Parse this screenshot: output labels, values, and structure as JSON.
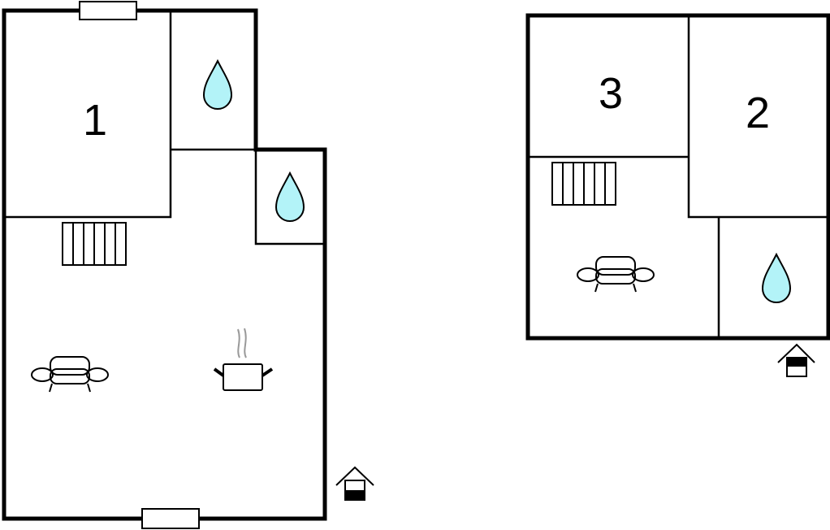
{
  "plans": [
    {
      "name": "ground-floor",
      "rooms": [
        {
          "label": "1"
        }
      ]
    },
    {
      "name": "upper-floor",
      "rooms": [
        {
          "label": "3"
        },
        {
          "label": "2"
        }
      ]
    }
  ],
  "colors": {
    "water": "#b3f3f8",
    "wall": "#000000",
    "steam": "#999999"
  },
  "icons": [
    "water-drop-icon",
    "radiator-icon",
    "sofa-icon",
    "cooking-pot-icon",
    "entrance-house-icon",
    "window-icon"
  ]
}
